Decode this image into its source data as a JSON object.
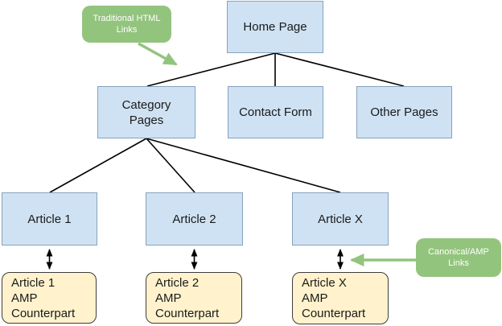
{
  "colors": {
    "page_node_fill": "#cfe2f3",
    "page_node_border": "#86a2bd",
    "amp_node_fill": "#fff2cc",
    "amp_node_border": "#3d3d3d",
    "note_fill": "#93c47d",
    "note_text": "#ffffff",
    "connector": "#000000",
    "annotation_arrow": "#93c47d",
    "background": "#ffffff"
  },
  "nodes": {
    "home_page": {
      "label": "Home Page"
    },
    "category_pages": {
      "label": "Category\nPages"
    },
    "contact_form": {
      "label": "Contact Form"
    },
    "other_pages": {
      "label": "Other Pages"
    },
    "article_1": {
      "label": "Article 1"
    },
    "article_2": {
      "label": "Article 2"
    },
    "article_x": {
      "label": "Article X"
    },
    "article_1_amp": {
      "label": "Article 1\nAMP\nCounterpart"
    },
    "article_2_amp": {
      "label": "Article 2\nAMP\nCounterpart"
    },
    "article_x_amp": {
      "label": "Article X\nAMP\nCounterpart"
    }
  },
  "annotations": {
    "traditional_html_links": {
      "label": "Traditional HTML\nLinks"
    },
    "canonical_amp_links": {
      "label": "Canonical/AMP\nLinks"
    }
  }
}
